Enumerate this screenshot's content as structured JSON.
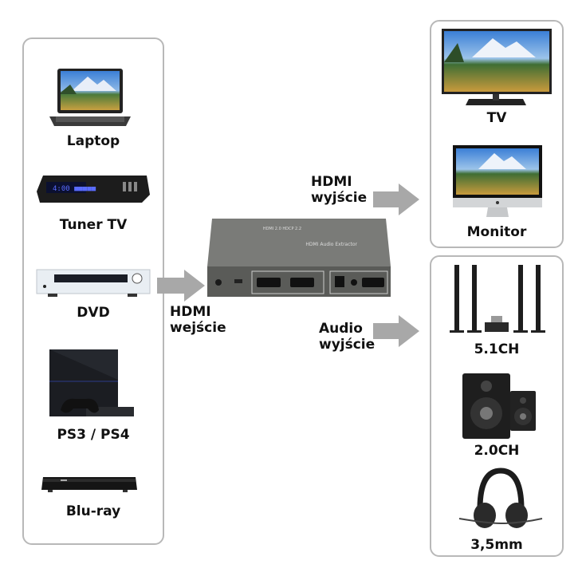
{
  "inputs": {
    "items": [
      {
        "label": "Laptop",
        "icon": "laptop-icon"
      },
      {
        "label": "Tuner TV",
        "icon": "tv-tuner-icon"
      },
      {
        "label": "DVD",
        "icon": "dvd-player-icon"
      },
      {
        "label": "PS3 / PS4",
        "icon": "game-console-icon"
      },
      {
        "label": "Blu-ray",
        "icon": "bluray-player-icon"
      }
    ]
  },
  "video_outputs": {
    "items": [
      {
        "label": "TV",
        "icon": "tv-icon"
      },
      {
        "label": "Monitor",
        "icon": "monitor-icon"
      }
    ]
  },
  "audio_outputs": {
    "items": [
      {
        "label": "5.1CH",
        "icon": "surround-speakers-icon"
      },
      {
        "label": "2.0CH",
        "icon": "stereo-speakers-icon"
      },
      {
        "label": "3,5mm",
        "icon": "headphones-icon"
      }
    ]
  },
  "flows": {
    "hdmi_in": {
      "line1": "HDMI",
      "line2": "wejście"
    },
    "hdmi_out": {
      "line1": "HDMI",
      "line2": "wyjście"
    },
    "audio_out": {
      "line1": "Audio",
      "line2": "wyjście"
    }
  },
  "colors": {
    "arrow": "#a8a8a8",
    "panel_border": "#b8b8b8",
    "device_body": "#6e6f6c"
  }
}
